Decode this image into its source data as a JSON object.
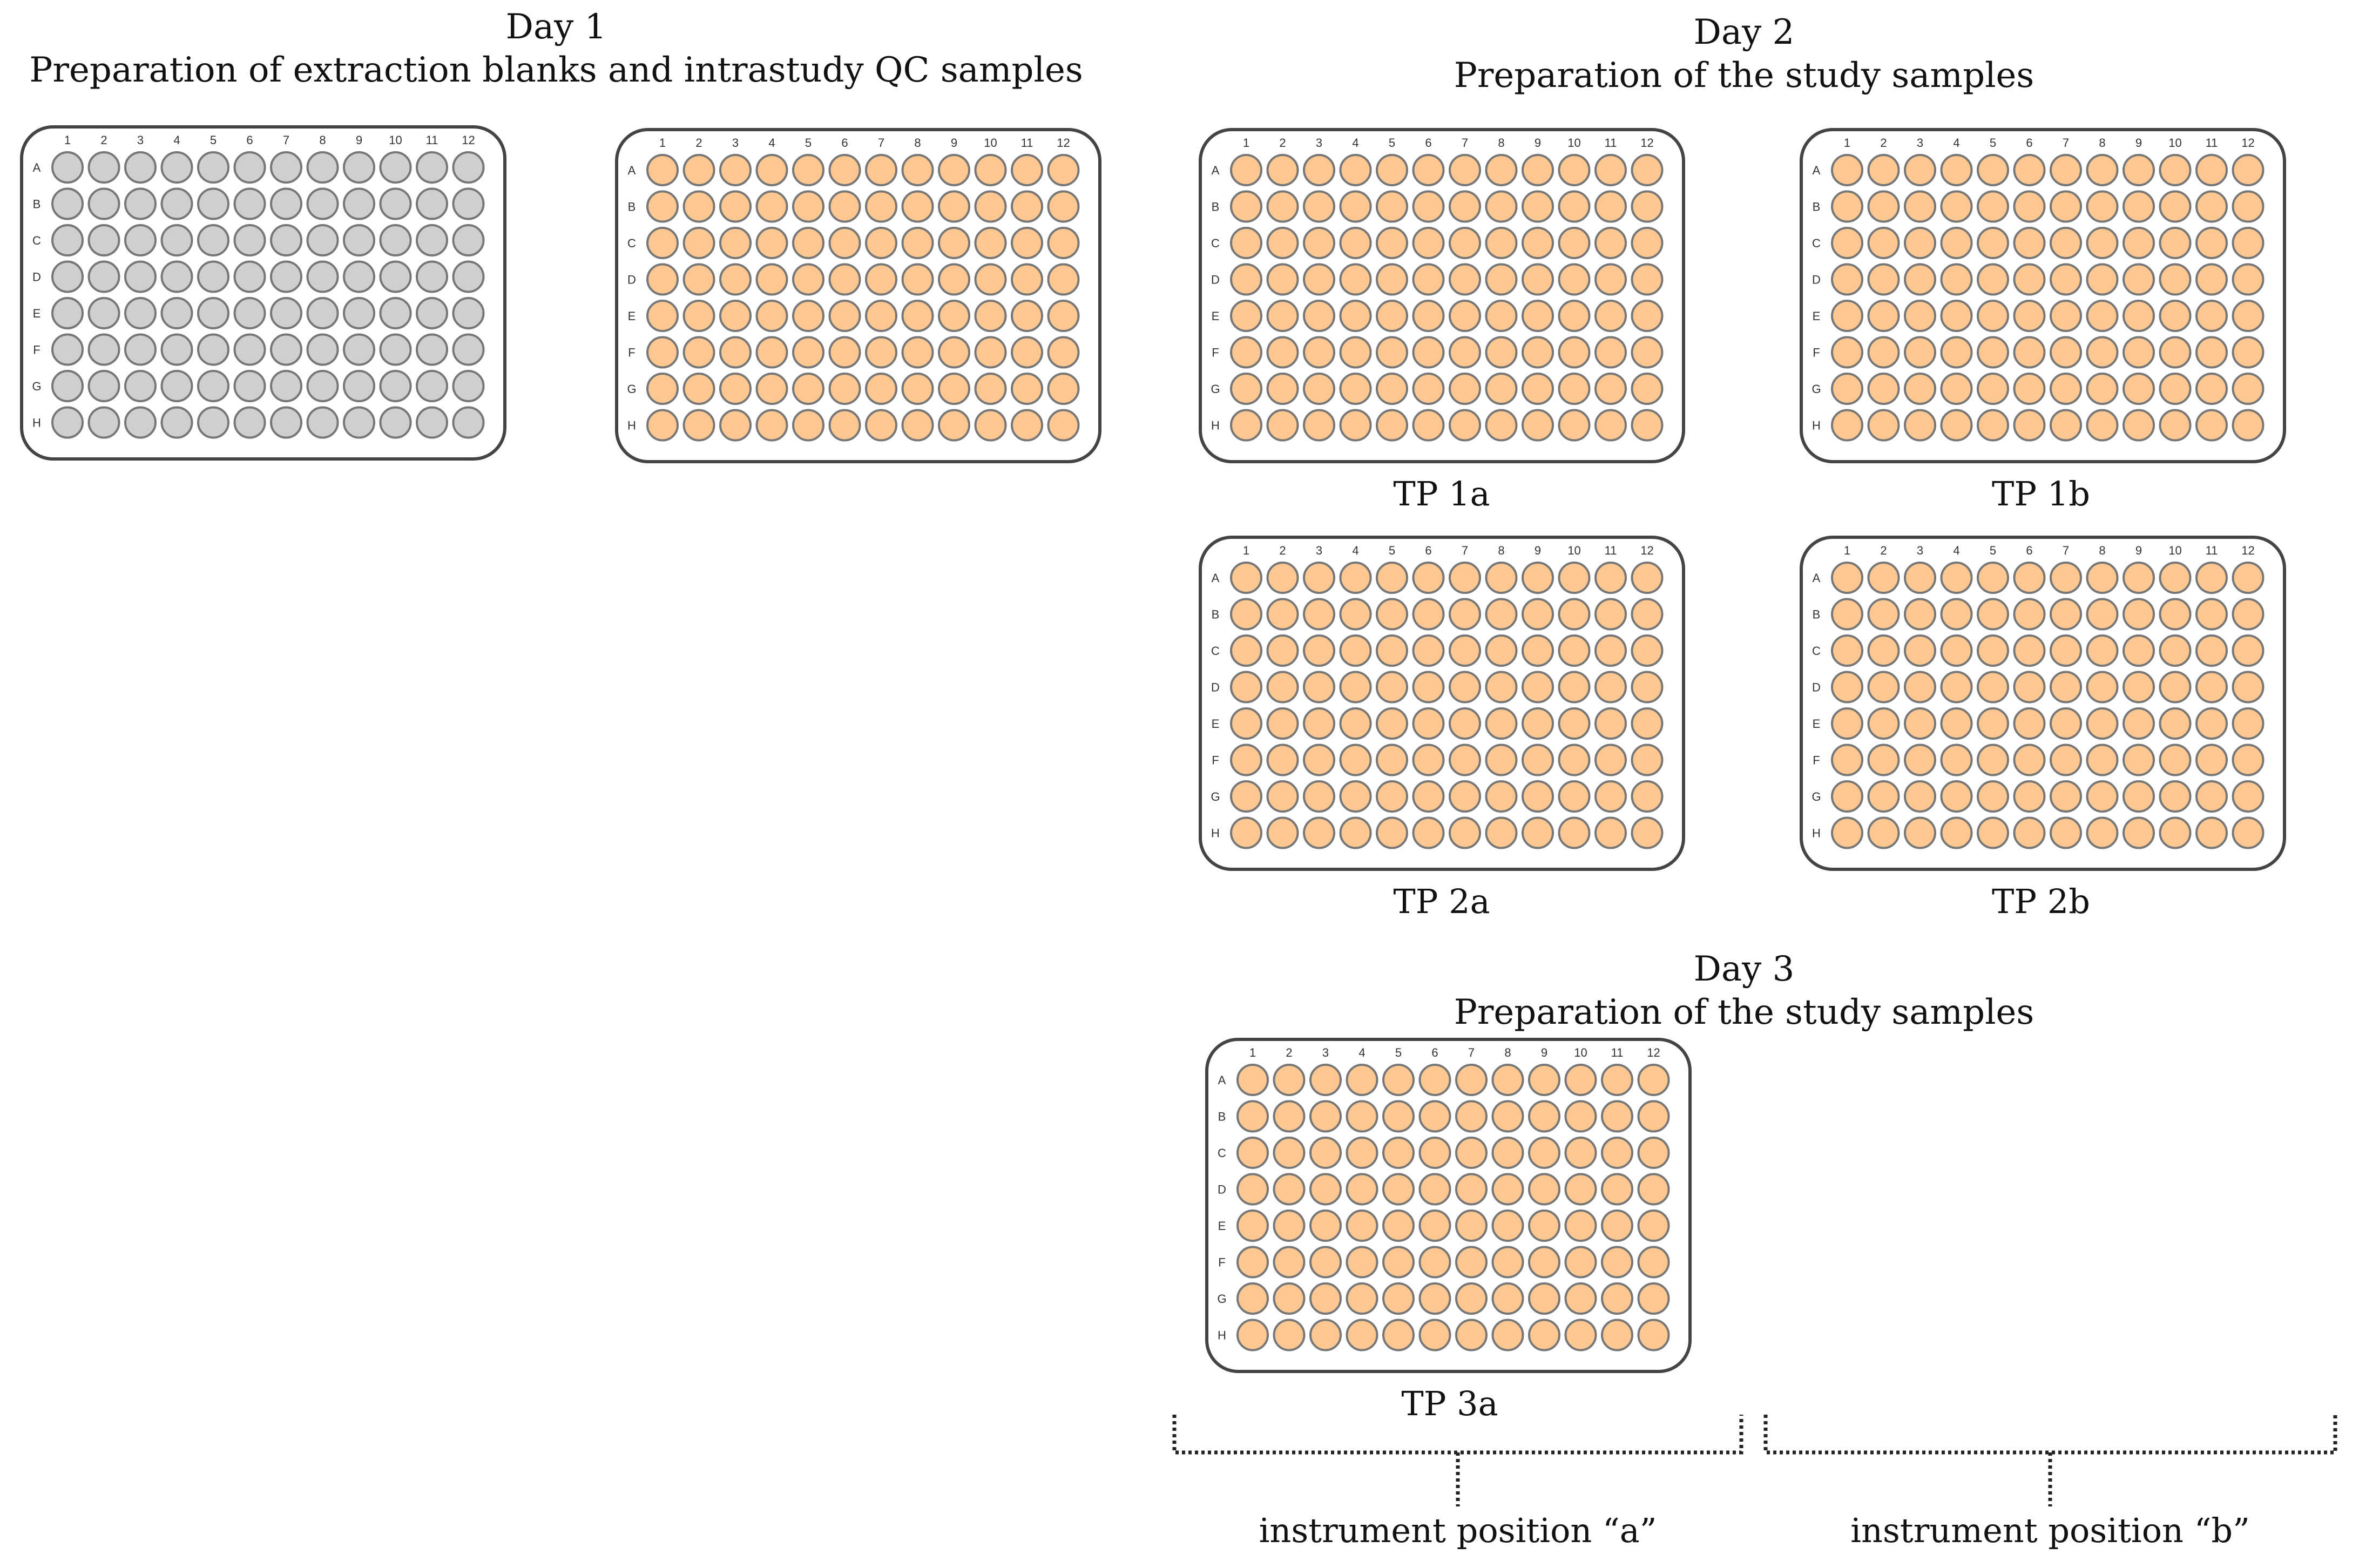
{
  "day1": {
    "day": "Day 1",
    "caption": "Preparation of extraction blanks and intrastudy QC samples"
  },
  "day2": {
    "day": "Day 2",
    "caption": "Preparation of the study samples"
  },
  "day3": {
    "day": "Day 3",
    "caption": "Preparation of the study samples"
  },
  "plate": {
    "rows": [
      "A",
      "B",
      "C",
      "D",
      "E",
      "F",
      "G",
      "H"
    ],
    "columns": [
      "1",
      "2",
      "3",
      "4",
      "5",
      "6",
      "7",
      "8",
      "9",
      "10",
      "11",
      "12"
    ]
  },
  "plates": [
    {
      "id": "day1-blank",
      "label": "",
      "fill": "gray"
    },
    {
      "id": "day1-qc",
      "label": "",
      "fill": "orange"
    },
    {
      "id": "tp1a",
      "label": "TP 1a",
      "fill": "orange"
    },
    {
      "id": "tp1b",
      "label": "TP 1b",
      "fill": "orange"
    },
    {
      "id": "tp2a",
      "label": "TP 2a",
      "fill": "orange"
    },
    {
      "id": "tp2b",
      "label": "TP 2b",
      "fill": "orange"
    },
    {
      "id": "tp3a",
      "label": "TP 3a",
      "fill": "orange"
    }
  ],
  "positions": {
    "a": "instrument position “a”",
    "b": "instrument position “b”"
  },
  "colors": {
    "gray_well": "#cfcfcf",
    "orange_well": "#fcc790",
    "well_stroke": "#777777",
    "plate_stroke": "#444444"
  }
}
